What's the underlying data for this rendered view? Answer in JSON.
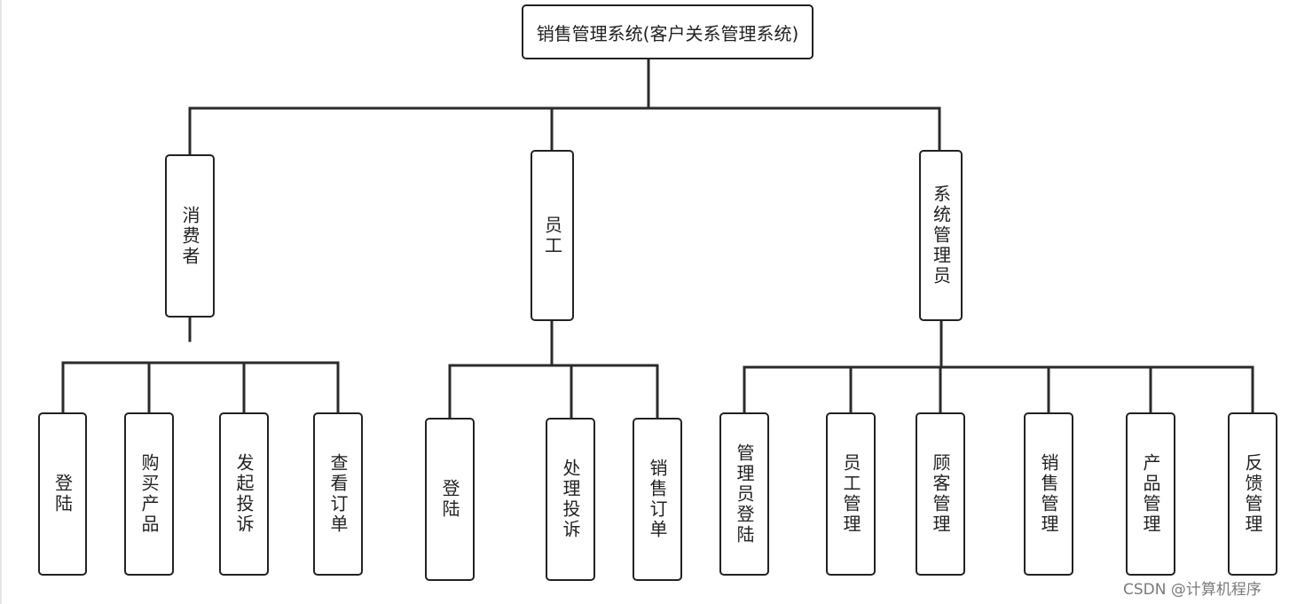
{
  "root": {
    "label": "销售管理系统(客户关系管理系统)"
  },
  "branches": [
    {
      "label": "消费者",
      "children": [
        "登陆",
        "购买产品",
        "发起投诉",
        "查看订单"
      ]
    },
    {
      "label": "员工",
      "children": [
        "登陆",
        "处理投诉",
        "销售订单"
      ]
    },
    {
      "label": "系统管理员",
      "children": [
        "管理员登陆",
        "员工管理",
        "顾客管理",
        "销售管理",
        "产品管理",
        "反馈管理"
      ]
    }
  ],
  "watermark": "CSDN @计算机程序"
}
